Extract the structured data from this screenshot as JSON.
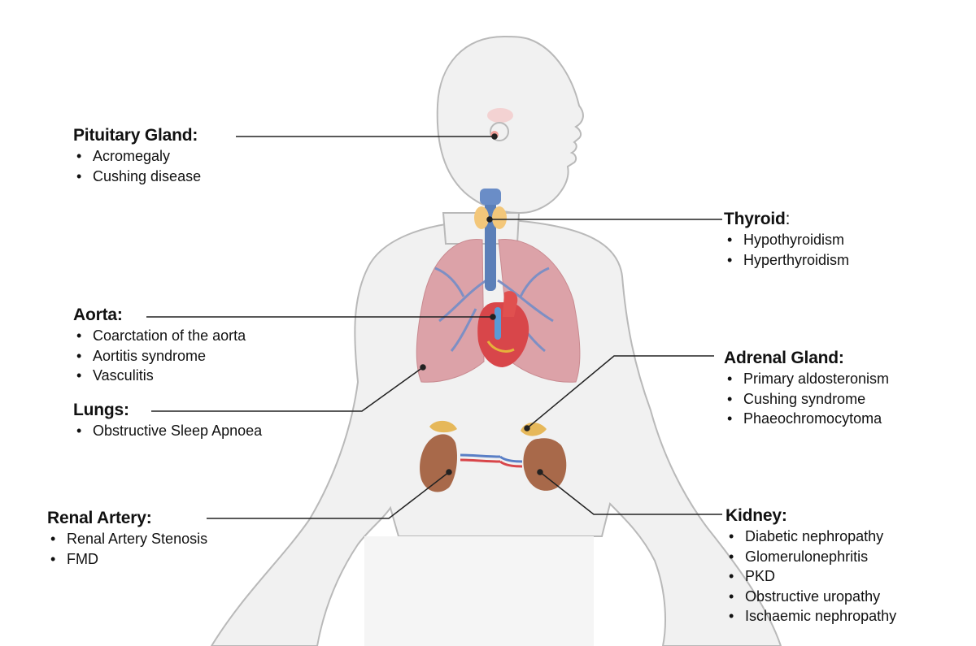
{
  "organs": {
    "pituitary": {
      "title": "Pituitary Gland:",
      "items": [
        "Acromegaly",
        "Cushing disease"
      ]
    },
    "thyroid": {
      "title": "Thyroid",
      "suffix": ":",
      "items": [
        "Hypothyroidism",
        "Hyperthyroidism"
      ]
    },
    "aorta": {
      "title": "Aorta:",
      "items": [
        "Coarctation of the aorta",
        "Aortitis syndrome",
        "Vasculitis"
      ]
    },
    "adrenal": {
      "title": "Adrenal Gland:",
      "items": [
        "Primary aldosteronism",
        "Cushing syndrome",
        "Phaeochromocytoma"
      ]
    },
    "lungs": {
      "title": "Lungs:",
      "items": [
        "Obstructive Sleep Apnoea"
      ]
    },
    "renal_artery": {
      "title": "Renal Artery:",
      "items": [
        "Renal Artery Stenosis",
        "FMD"
      ]
    },
    "kidney": {
      "title": "Kidney:",
      "items": [
        "Diabetic nephropathy",
        "Glomerulonephritis",
        "PKD",
        "Obstructive uropathy",
        "Ischaemic nephropathy"
      ]
    }
  },
  "colors": {
    "skin": "#f1f1f1",
    "outline": "#b9b9b9",
    "lung": "#dca2a8",
    "airway": "#5b7fb8",
    "heart": "#d8464a",
    "thyroid": "#f3c77a",
    "kidney": "#a8694a",
    "leader": "#222222"
  }
}
